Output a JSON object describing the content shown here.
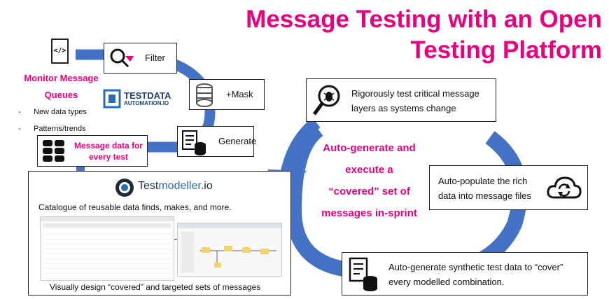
{
  "title": {
    "line1": "Message Testing with an Open",
    "line2": "Testing Platform"
  },
  "monitor": {
    "label": "Monitor Message Queues",
    "bullets": [
      "New data types",
      "Patterns/trends"
    ]
  },
  "testdata_logo": {
    "line1": "TESTDATA",
    "line2": "AUTOMATION.IO"
  },
  "steps": {
    "filter": "Filter",
    "mask": "+Mask",
    "generate": "Generate"
  },
  "message_data": "Message data for every test",
  "right_boxes": {
    "rigorous": "Rigorously test critical message layers as systems change",
    "populate": "Auto-populate the rich data  into message files",
    "synthetic": "Auto-generate synthetic test data to “cover” every modelled combination."
  },
  "center_text": [
    "Auto-generate and",
    "execute a",
    "“covered” set of",
    "messages in-sprint"
  ],
  "testmodeller": {
    "logo_a": "Test",
    "logo_b": "modeller",
    "logo_c": ".io",
    "catalogue": "Catalogue of reusable data finds, makes, and more.",
    "visual": "Visually design “covered” and targeted sets of messages"
  },
  "colors": {
    "accent": "#e6007e",
    "arrow_blue": "#4472c4",
    "logo_blue": "#2b6cb0"
  },
  "icons": [
    "code-icon",
    "search-filter-icon",
    "database-icon",
    "checklist-database-icon",
    "bug-search-icon",
    "cloud-sync-icon",
    "settings-logo-icon"
  ]
}
